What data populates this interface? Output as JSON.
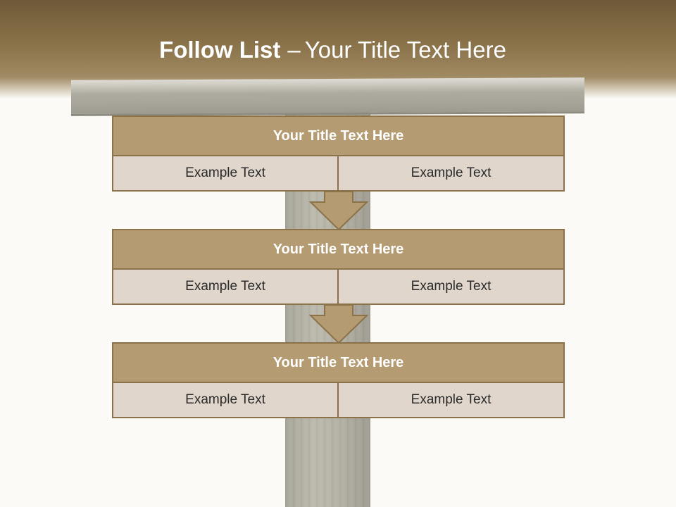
{
  "slide": {
    "title_bold": "Follow List",
    "title_separator": "–",
    "title_rest": "Your Title Text Here"
  },
  "blocks": [
    {
      "title": "Your Title Text Here",
      "left": "Example Text",
      "right": "Example Text"
    },
    {
      "title": "Your Title Text Here",
      "left": "Example Text",
      "right": "Example Text"
    },
    {
      "title": "Your Title Text Here",
      "left": "Example Text",
      "right": "Example Text"
    }
  ],
  "colors": {
    "header_band": "#7a6440",
    "block_title_fill": "#b49b72",
    "block_cell_fill": "#e0d6cb",
    "border": "#8c7249",
    "background": "#fbfaf6"
  }
}
